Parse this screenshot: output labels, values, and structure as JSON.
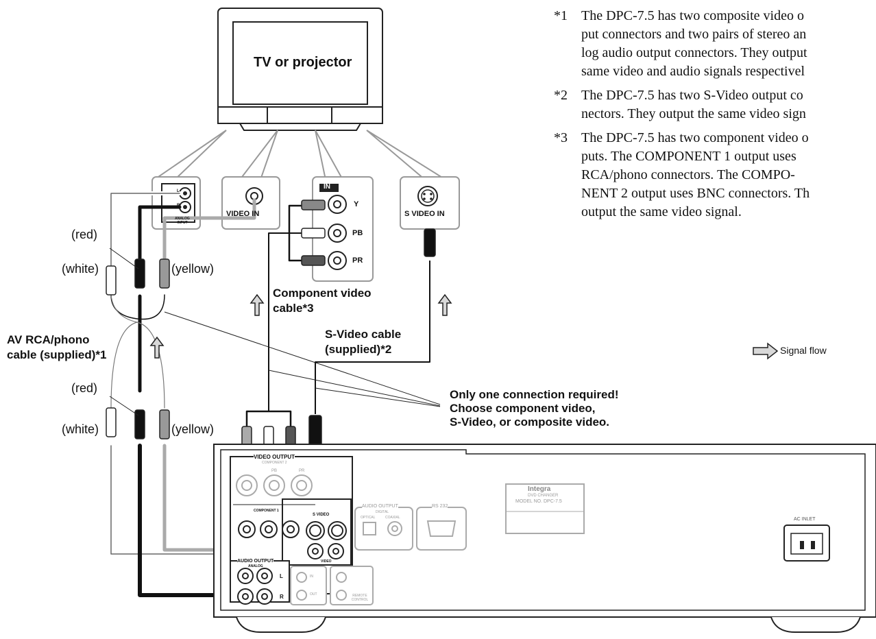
{
  "tv": {
    "label": "TV or projector"
  },
  "notes": [
    {
      "mark": "*1",
      "lines": [
        "The DPC-7.5 has two composite video o",
        "put connectors and two pairs of stereo an",
        "log audio output connectors. They output",
        "same video and audio signals respectivel"
      ]
    },
    {
      "mark": "*2",
      "lines": [
        "The DPC-7.5 has two S-Video output co",
        "nectors. They output the same video sign"
      ]
    },
    {
      "mark": "*3",
      "lines": [
        "The DPC-7.5 has two component video o",
        "puts. The COMPONENT 1 output uses",
        "RCA/phono connectors. The COMPO-",
        "NENT 2 output uses BNC connectors. Th",
        "output the same video signal."
      ]
    }
  ],
  "tv_inputs": {
    "analog_input": "ANALOG INPUT",
    "l": "L",
    "r": "R",
    "video_in": "VIDEO IN",
    "in_badge": "IN",
    "y": "Y",
    "pb": "PB",
    "pr": "PR",
    "s_video_in": "S VIDEO IN"
  },
  "cable_labels": {
    "red_top": "(red)",
    "white_top": "(white)",
    "yellow_top": "(yellow)",
    "av_cable_line1": "AV RCA/phono",
    "av_cable_line2": "cable (supplied)*1",
    "red_bottom": "(red)",
    "white_bottom": "(white)",
    "yellow_bottom": "(yellow)",
    "component_line1": "Component video",
    "component_line2": "cable*3",
    "svideo_line1": "S-Video cable",
    "svideo_line2": "(supplied)*2"
  },
  "signal_flow": "Signal flow",
  "callout": {
    "line1": "Only one connection required!",
    "line2": "Choose component video,",
    "line3": "S-Video, or composite video."
  },
  "player": {
    "video_output": "VIDEO OUTPUT",
    "component2": "COMPONENT 2",
    "pb": "PB",
    "pr": "PR",
    "component1": "COMPONENT 1",
    "s_video": "S VIDEO",
    "video": "VIDEO",
    "audio_output_analog": "AUDIO OUTPUT",
    "analog": "ANALOG",
    "l": "L",
    "r": "R",
    "audio_output_digital": "AUDIO OUTPUT",
    "digital": "DIGITAL",
    "optical": "OPTICAL",
    "coaxial": "COAXIAL",
    "rs232": "RS 232",
    "ir_in": "IN",
    "ir_out": "OUT",
    "remote_control": "REMOTE CONTROL",
    "brand": "Integra",
    "model_line1": "DVD CHANGER",
    "model_line2": "MODEL NO. DPC-7.5",
    "ac_inlet": "AC INLET"
  }
}
